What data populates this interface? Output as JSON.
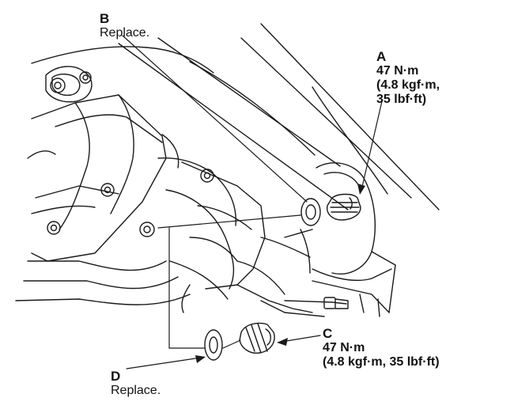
{
  "callouts": {
    "B": {
      "letter": "B",
      "note": "Replace."
    },
    "A": {
      "letter": "A",
      "line1": "47 N·m",
      "line2": "(4.8 kgf·m,",
      "line3": "35 lbf·ft)"
    },
    "C": {
      "letter": "C",
      "line1": "47 N·m",
      "line2": "(4.8 kgf·m, 35 lbf·ft)"
    },
    "D": {
      "letter": "D",
      "note": "Replace."
    }
  }
}
